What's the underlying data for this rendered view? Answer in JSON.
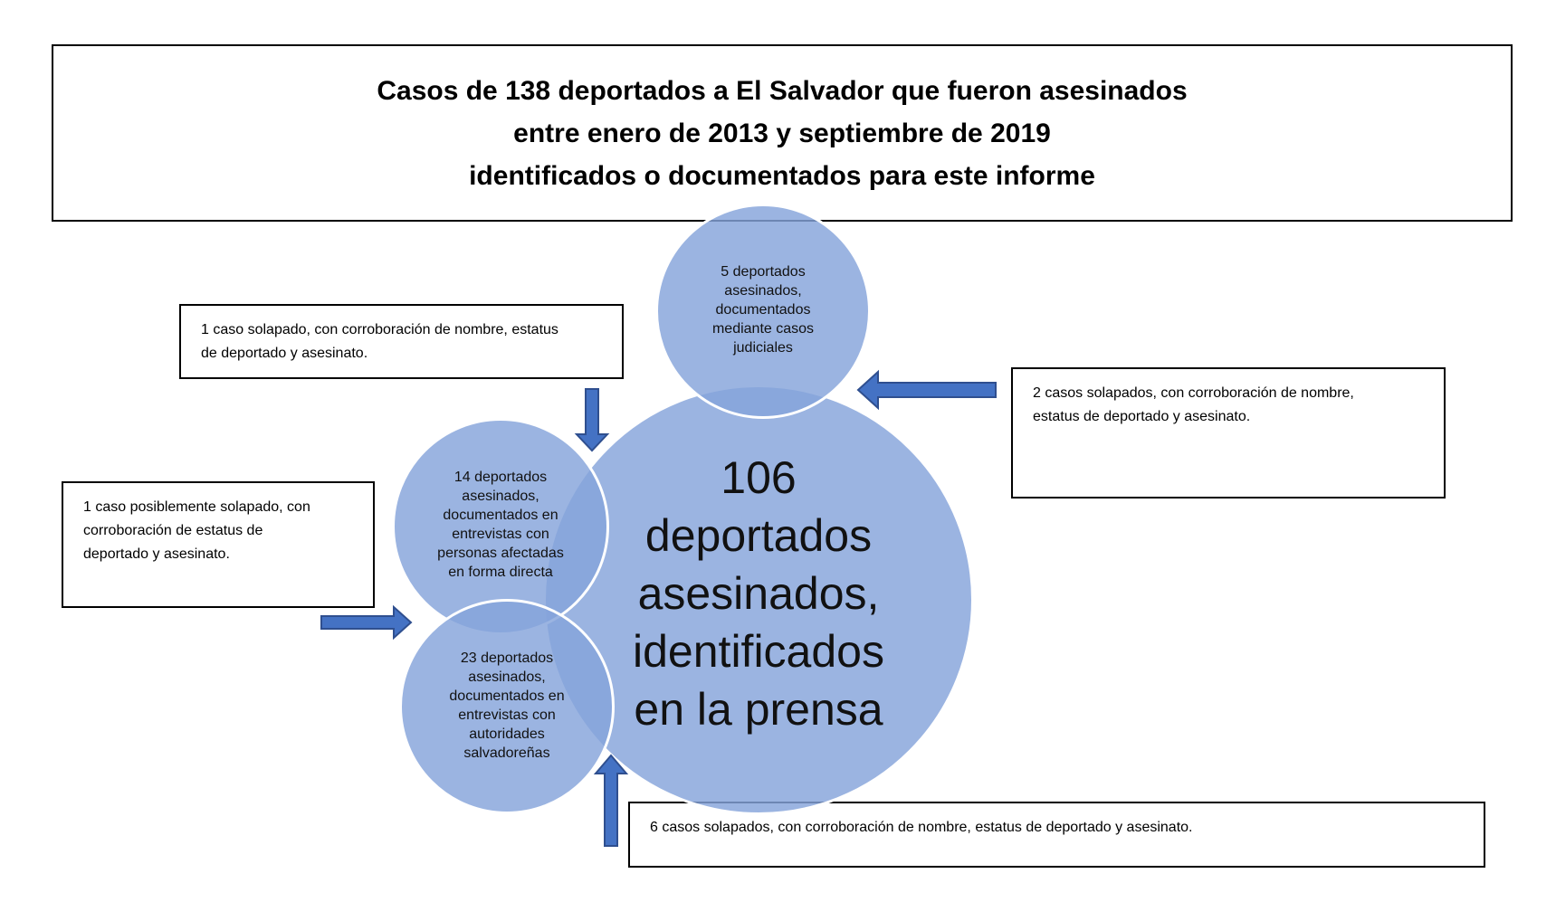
{
  "title": {
    "line1": "Casos de 138 deportados a El Salvador que fueron asesinados",
    "line2": "entre enero de 2013 y septiembre de 2019",
    "line3": "identificados o documentados para este informe"
  },
  "circles": {
    "main": {
      "line1": "106",
      "line2": "deportados",
      "line3": "asesinados,",
      "line4": "identificados",
      "line5": "en la prensa"
    },
    "top": {
      "line1": "5 deportados",
      "line2": "asesinados,",
      "line3": "documentados",
      "line4": "mediante casos",
      "line5": "judiciales"
    },
    "mid": {
      "line1": "14 deportados",
      "line2": "asesinados,",
      "line3": "documentados en",
      "line4": "entrevistas con",
      "line5": "personas afectadas",
      "line6": "en forma directa"
    },
    "bot": {
      "line1": "23 deportados",
      "line2": "asesinados,",
      "line3": "documentados en",
      "line4": "entrevistas con",
      "line5": "autoridades",
      "line6": "salvadoreñas"
    }
  },
  "notes": {
    "top": {
      "line1": "1 caso solapado, con corroboración de nombre, estatus",
      "line2": "de deportado y asesinato."
    },
    "right": {
      "line1": "2 casos solapados, con corroboración de nombre,",
      "line2": "estatus de deportado y asesinato."
    },
    "left": {
      "line1": "1 caso posiblemente solapado, con",
      "line2": "corroboración de estatus de",
      "line3": "deportado y asesinato."
    },
    "bottom": {
      "line1": "6 casos solapados, con corroboración de nombre, estatus de deportado y asesinato."
    }
  },
  "colors": {
    "circle_fill": "#85a3da",
    "arrow_fill": "#4472c4",
    "arrow_stroke": "#2f4f8f"
  }
}
